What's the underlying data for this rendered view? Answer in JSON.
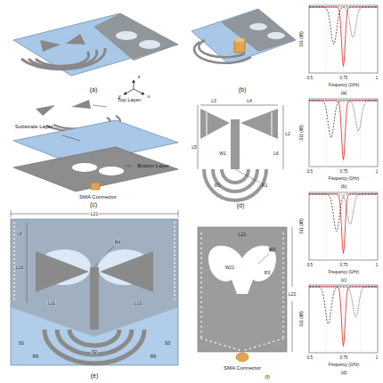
{
  "diagram": {
    "labels": [
      "(a)",
      "z",
      "y",
      "x",
      "(b)",
      "Top Layer",
      "Substrate Layer",
      "SMA Connector",
      "Bottom Layer",
      "(c)",
      "L3",
      "L4",
      "L2",
      "L5",
      "L6",
      "W1",
      "R1",
      "R2",
      "(d)",
      "L21",
      "L9",
      "L10",
      "R4",
      "L11",
      "L12",
      "S1",
      "S2",
      "S3",
      "R5",
      "R6",
      "(e)",
      "L21",
      "W21",
      "R2",
      "R3",
      "L22",
      "SMA Connector",
      "(f)",
      "S11 (dB)",
      "0.5",
      "0.75",
      "1",
      "Frequency (GHz)",
      "(a)",
      "S11 (dB)",
      "0.5",
      "0.75",
      "1",
      "Frequency (GHz)",
      "(b)",
      "S11 (dB)",
      "0.5",
      "0.75",
      "1",
      "Frequency (GHz)",
      "(c)",
      "S11 (dB)",
      "0.5",
      "0.75",
      "1",
      "Frequency (GHz)",
      "(d)"
    ]
  }
}
